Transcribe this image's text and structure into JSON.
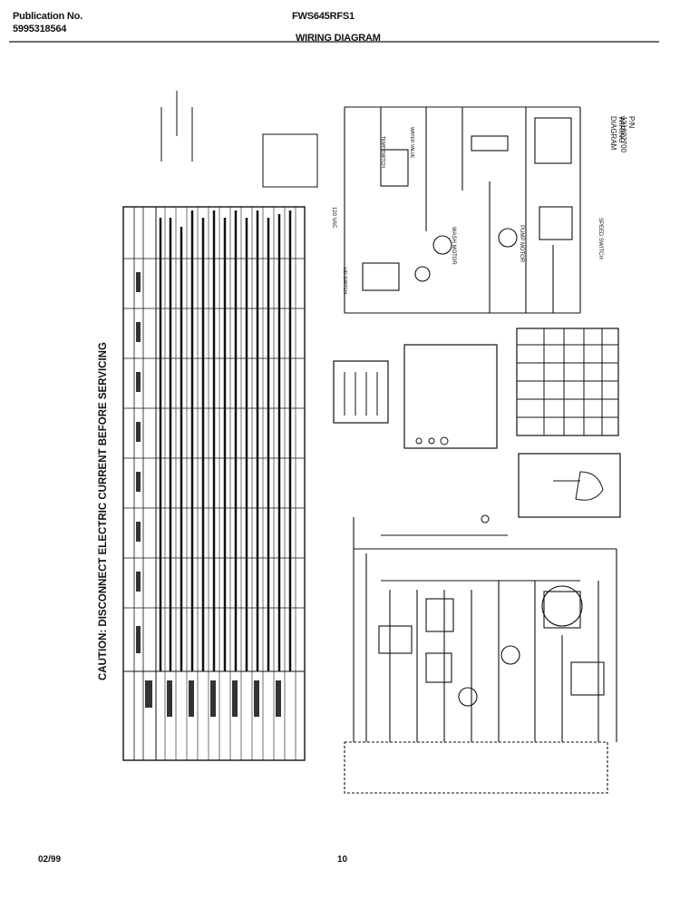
{
  "header": {
    "publication_label": "Publication No.",
    "publication_number": "5995318564",
    "model": "FWS645RFS1",
    "page_title": "WIRING DIAGRAM"
  },
  "caution": "CAUTION: DISCONNECT ELECTRIC CURRENT BEFORE SERVICING",
  "diagram_labels": {
    "line_voltage": "120 VAC",
    "wash_motor": "WASH MOTOR",
    "pump_motor": "PUMP MOTOR",
    "speed_switch": "SPEED SWITCH",
    "wiring_diagram_side": "WIRING DIAGRAM",
    "part_number": "P/N 131822700",
    "lid_switch": "LID SWITCH",
    "water_valve": "WATER VALVE",
    "temp_switch": "TEMP SWITCH"
  },
  "footer": {
    "date": "02/99",
    "page_number": "10"
  }
}
